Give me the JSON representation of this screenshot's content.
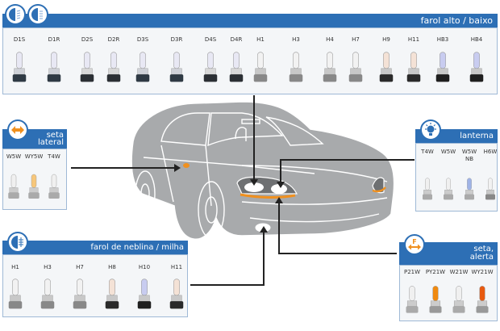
{
  "panels": {
    "headlight": {
      "title": "farol alto / baixo",
      "icons": [
        "low-beam-icon",
        "high-beam-icon"
      ],
      "bulbs": [
        "D1S",
        "D1R",
        "D2S",
        "D2R",
        "D3S",
        "D3R",
        "D4S",
        "D4R",
        "H1",
        "H3",
        "H4",
        "H7",
        "H9",
        "H11",
        "HB3",
        "HB4"
      ]
    },
    "side_turn": {
      "title_line1": "seta",
      "title_line2": "lateral",
      "icon": "turn-signal-icon",
      "bulbs": [
        "W5W",
        "WY5W",
        "T4W"
      ]
    },
    "parking": {
      "title": "lanterna",
      "icon": "parking-light-icon",
      "bulbs": [
        "T4W",
        "W5W",
        "W5W NB",
        "H6W"
      ]
    },
    "fog": {
      "title": "farol de neblina / milha",
      "icon": "fog-light-icon",
      "bulbs": [
        "H1",
        "H3",
        "H7",
        "H8",
        "H10",
        "H11"
      ]
    },
    "turn_hazard": {
      "title_line1": "seta,",
      "title_line2": "alerta",
      "icon": "hazard-icon",
      "icon_letter": "F",
      "bulbs": [
        "P21W",
        "PY21W",
        "W21W",
        "WY21W"
      ]
    }
  },
  "colors": {
    "brand_blue": "#2d6fb5",
    "car_gray": "#a8aaac",
    "accent_orange": "#f0901e"
  }
}
